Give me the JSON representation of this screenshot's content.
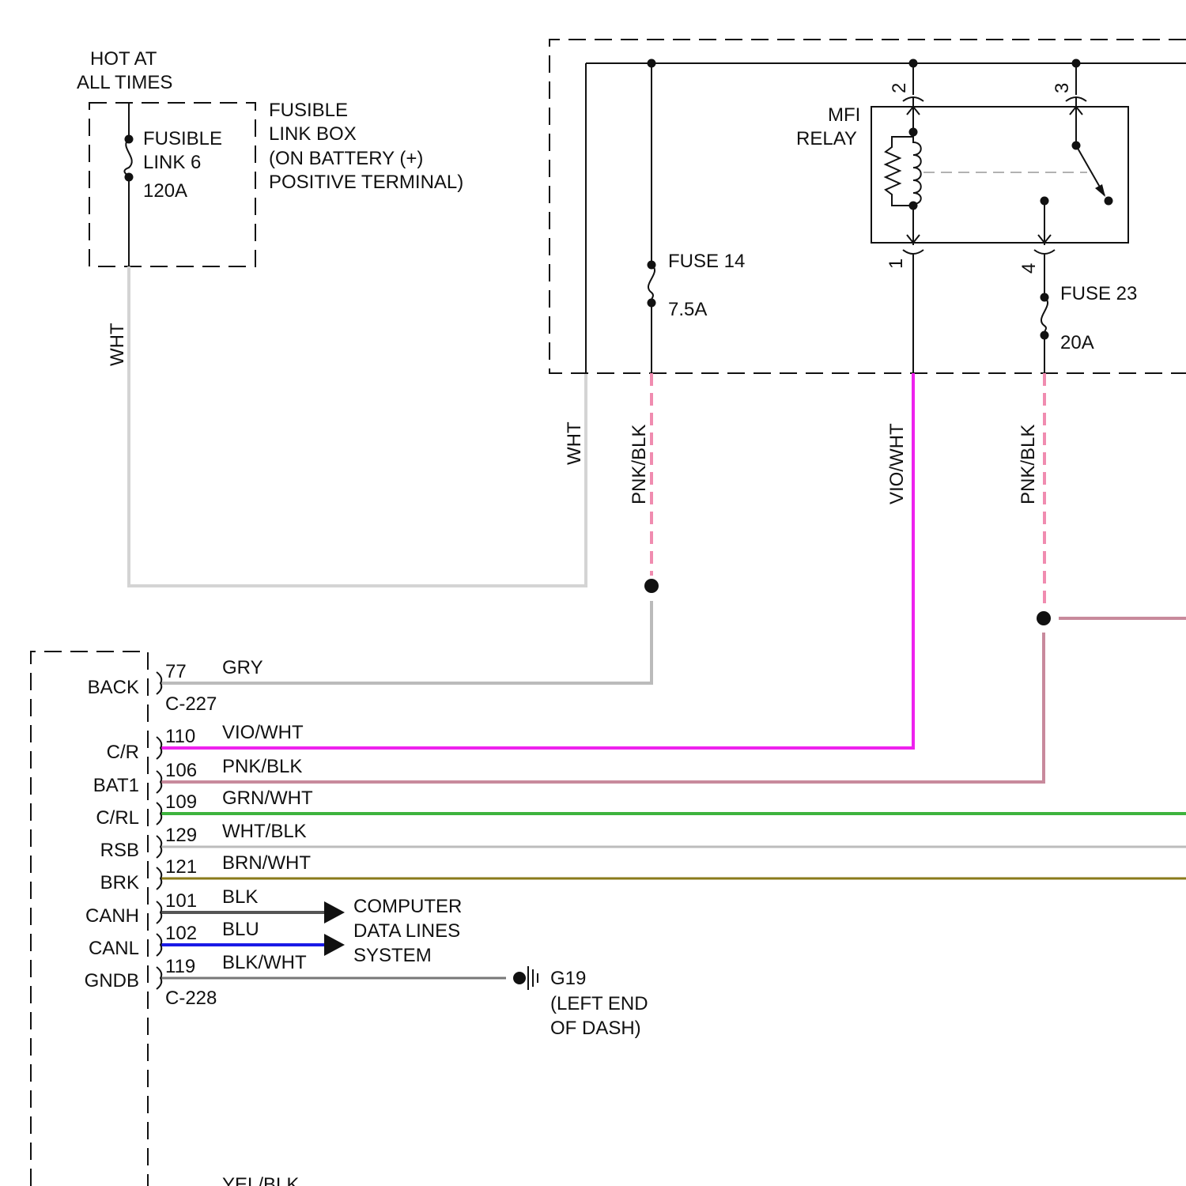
{
  "colors": {
    "wht": "#d4d4d4",
    "pnk_blk": "#f08cb0",
    "pnk_blk_line": "#c88a9c",
    "vio_wht": "#ee22ee",
    "gry": "#bbbbbb",
    "grn_wht": "#3db33d",
    "wht_blk": "#bcbcbc",
    "brn_wht": "#8a7a1a",
    "blk": "#555555",
    "blu": "#1a1ae6",
    "blk_wht": "#777777"
  },
  "power": {
    "hot_line1": "HOT AT",
    "hot_line2": "ALL TIMES",
    "fusible_link_line1": "FUSIBLE",
    "fusible_link_line2": "LINK 6",
    "fusible_link_rating": "120A",
    "box_line1": "FUSIBLE",
    "box_line2": "LINK BOX",
    "box_line3": "(ON BATTERY (+)",
    "box_line4": "POSITIVE TERMINAL)",
    "wire_wht_left": "WHT"
  },
  "fuse_block": {
    "fuse14_label": "FUSE 14",
    "fuse14_rating": "7.5A",
    "fuse23_label": "FUSE 23",
    "fuse23_rating": "20A",
    "relay_line1": "MFI",
    "relay_line2": "RELAY",
    "pin1": "1",
    "pin2": "2",
    "pin3": "3",
    "pin4": "4"
  },
  "vertical_wires": {
    "wht": "WHT",
    "pnk_blk_1": "PNK/BLK",
    "vio_wht": "VIO/WHT",
    "pnk_blk_2": "PNK/BLK"
  },
  "module": {
    "connector_top": "C-227",
    "connector_bottom": "C-228",
    "pins": [
      {
        "terminal": "BACK",
        "pin": "77",
        "wire": "GRY"
      },
      {
        "terminal": "C/R",
        "pin": "110",
        "wire": "VIO/WHT"
      },
      {
        "terminal": "BAT1",
        "pin": "106",
        "wire": "PNK/BLK"
      },
      {
        "terminal": "C/RL",
        "pin": "109",
        "wire": "GRN/WHT"
      },
      {
        "terminal": "RSB",
        "pin": "129",
        "wire": "WHT/BLK"
      },
      {
        "terminal": "BRK",
        "pin": "121",
        "wire": "BRN/WHT"
      },
      {
        "terminal": "CANH",
        "pin": "101",
        "wire": "BLK"
      },
      {
        "terminal": "CANL",
        "pin": "102",
        "wire": "BLU"
      },
      {
        "terminal": "GNDB",
        "pin": "119",
        "wire": "BLK/WHT"
      }
    ],
    "partial_wire": "YEL/BLK"
  },
  "data_lines": {
    "line1": "COMPUTER",
    "line2": "DATA LINES",
    "line3": "SYSTEM"
  },
  "ground": {
    "name": "G19",
    "line2": "(LEFT END",
    "line3": "OF DASH)"
  }
}
